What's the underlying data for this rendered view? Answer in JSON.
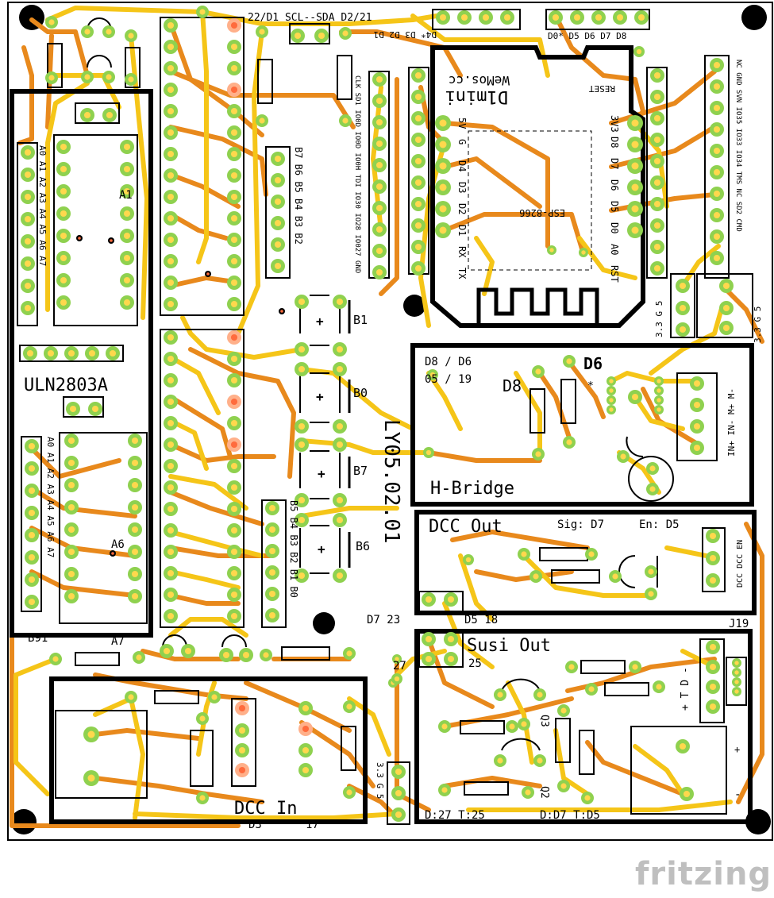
{
  "board": {
    "version_text": "LY05.02.01",
    "module_title": "D1mini",
    "module_brand": "WeMos.cc",
    "chip_label": "ESP-8266",
    "reset_label": "RESET",
    "left_pin_labels": [
      "5V",
      "G",
      "D4",
      "D3",
      "D2",
      "D1",
      "RX",
      "TX"
    ],
    "right_pin_labels": [
      "3V3",
      "D8",
      "D7",
      "D6",
      "D5",
      "D0",
      "A0",
      "RST"
    ],
    "top_header_left": [
      "D4*",
      "D3",
      "D2",
      "D1"
    ],
    "top_header_right": [
      "D0*",
      "D5",
      "D6",
      "D7",
      "D8"
    ],
    "i2c_label": "22/D1 SCL--SDA D2/21",
    "esp32_left_labels": [
      "CLK",
      "SD1",
      "IO0D",
      "IO0D",
      "IO0H",
      "TDI",
      "IO30",
      "IO28",
      "IO027",
      "GND"
    ],
    "esp32_right_labels": [
      "NC",
      "GND",
      "SVN",
      "IO35",
      "IO33",
      "IO34",
      "TMS",
      "NC",
      "SD2",
      "CMD"
    ],
    "uln_label": "ULN2803A",
    "a1_label": "A1",
    "a6_label": "A6",
    "a7_label": "A7",
    "b91_label": "B91",
    "port_a_upper": [
      "A0",
      "A1",
      "A2",
      "A3",
      "A4",
      "A5",
      "A6",
      "A7"
    ],
    "port_a_lower": [
      "A0",
      "A1",
      "A2",
      "A3",
      "A4",
      "A5",
      "A6",
      "A7"
    ],
    "port_b_upper": [
      "B7",
      "B6",
      "B5",
      "B4",
      "B3",
      "B2"
    ],
    "port_b_lower": [
      "B5",
      "B4",
      "B3",
      "B2",
      "B1",
      "B0"
    ],
    "button_labels": [
      "B1",
      "B0",
      "B7",
      "B6"
    ],
    "button_sign": "+",
    "power_labels_1": "3.3 G 5",
    "power_labels_2": "3.3 G 5",
    "power_labels_3": "3.3 G 5",
    "hbridge": {
      "title": "H-Bridge",
      "pins_1": "D8 / D6",
      "pins_2": "05 / 19",
      "d8": "D8",
      "d6": "D6",
      "star": "*",
      "motor_pins": "IN+ IN- M+ M-"
    },
    "dcc_out": {
      "title": "DCC Out",
      "signal": "Sig: D7",
      "enable": "En: D5",
      "connector": "DCC DCC EN"
    },
    "susi_out": {
      "title": "Susi Out",
      "pins": "D:D7 T:D5",
      "connector": "+ T D -",
      "j19": "J19",
      "q3": "Q3",
      "q2": "Q2",
      "plus": "+",
      "minus": "-"
    },
    "dcc_in": {
      "title": "DCC In",
      "d3": "D3",
      "n17": "17",
      "pins": "D:27 T:25"
    },
    "misc": {
      "d7_23": "D7 23",
      "d5_18": "D5 18",
      "n27": "27",
      "n25": "25"
    },
    "colors": {
      "board": "#ffffff",
      "outline": "#000000",
      "trace_top": "#f5c518",
      "trace_bottom": "#e8891c",
      "pad": "#8fd14f",
      "pad_core": "#ffd84d",
      "pad_alt": "#ff8a5c"
    }
  },
  "footer": {
    "logo": "fritzing"
  }
}
